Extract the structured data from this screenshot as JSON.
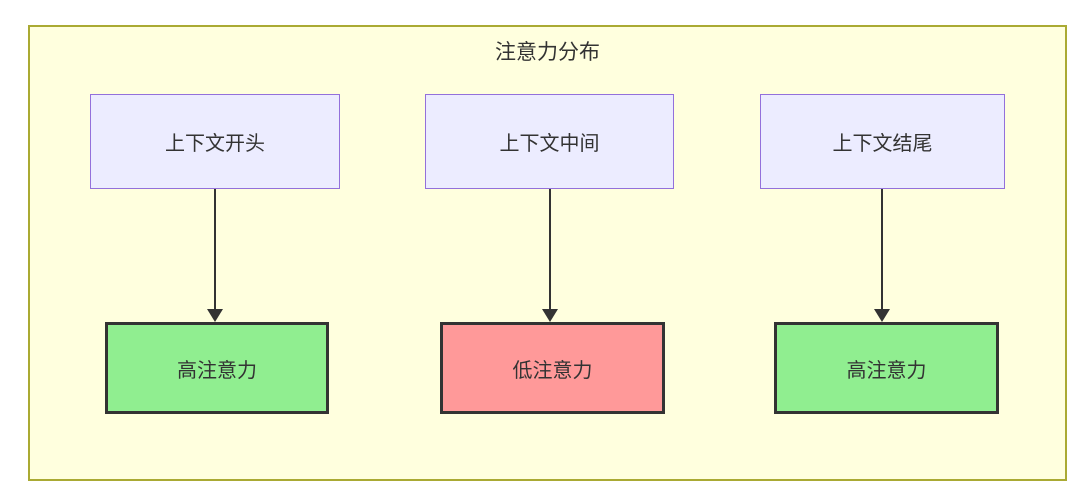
{
  "diagram": {
    "type": "flowchart",
    "title": "注意力分布",
    "canvas": {
      "page_background": "#ffffff",
      "background": "#ffffde",
      "border": "#aaaa33",
      "text_color": "#333333",
      "arrow_color": "#333333"
    },
    "columns": [
      {
        "source": {
          "label": "上下文开头",
          "fill": "#ececff",
          "border": "#9370db"
        },
        "target": {
          "label": "高注意力",
          "fill": "#90ee90",
          "border": "#333333"
        }
      },
      {
        "source": {
          "label": "上下文中间",
          "fill": "#ececff",
          "border": "#9370db"
        },
        "target": {
          "label": "低注意力",
          "fill": "#ff9999",
          "border": "#333333"
        }
      },
      {
        "source": {
          "label": "上下文结尾",
          "fill": "#ececff",
          "border": "#9370db"
        },
        "target": {
          "label": "高注意力",
          "fill": "#90ee90",
          "border": "#333333"
        }
      }
    ]
  }
}
